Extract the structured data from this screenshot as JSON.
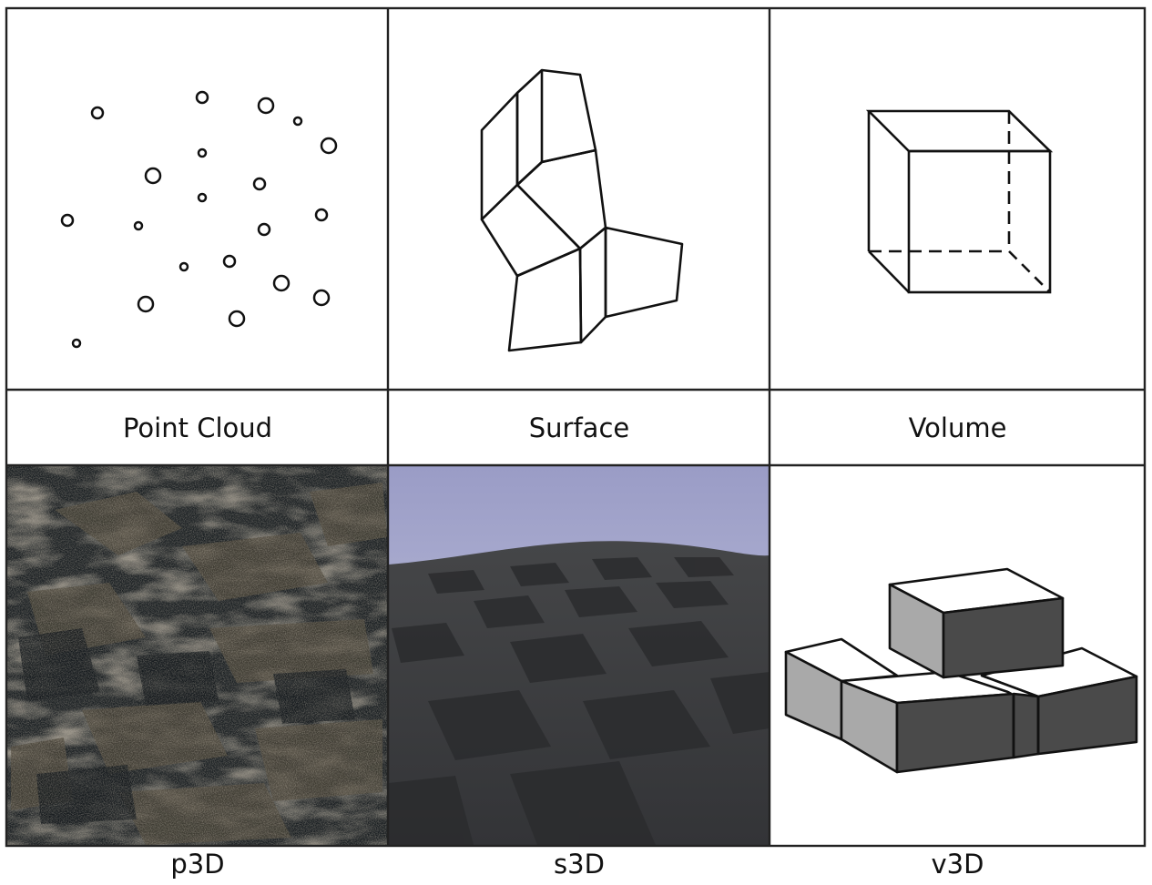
{
  "columns": [
    {
      "header": "Point Cloud",
      "caption": "p3D",
      "icon": "point-cloud-icon"
    },
    {
      "header": "Surface",
      "caption": "s3D",
      "icon": "surface-mesh-icon"
    },
    {
      "header": "Volume",
      "caption": "v3D",
      "icon": "wireframe-cube-icon"
    }
  ],
  "colors": {
    "grid_line": "#222222",
    "rock_dark": "#1a1f22",
    "sky_top": "#9da0c8",
    "floor_dark": "#3a3b3d",
    "cube_top": "#ffffff",
    "cube_left": "#a8a8a8",
    "cube_front": "#4a4a4a"
  }
}
